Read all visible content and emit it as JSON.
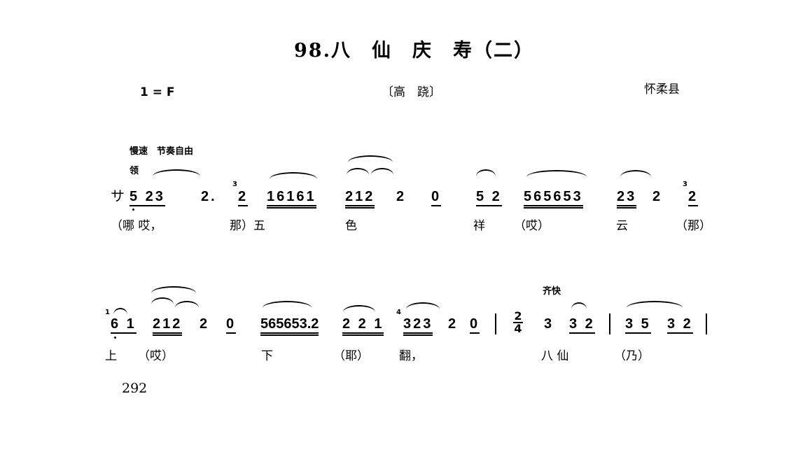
{
  "title": "98.八　仙　庆　寿（二）",
  "key": "1 = F",
  "genre": "〔高　跷〕",
  "region": "怀柔县",
  "tempo1": "慢速　节奏自由",
  "lead": "领",
  "free_meter_sign": "サ",
  "tempo2": "齐快",
  "line1": {
    "notes": [
      "5 23",
      "2.",
      "2",
      "16161",
      "212",
      "2",
      "0",
      "5 2",
      "565653",
      "23",
      "2",
      "2"
    ],
    "graces": [
      "3",
      "3"
    ],
    "lyrics": [
      "（哪 哎，",
      "那）五",
      "色",
      "祥",
      "（哎）",
      "云",
      "（那）"
    ]
  },
  "line2": {
    "notes": [
      "6 1",
      "212",
      "2",
      "0",
      "565653.2",
      "2 2 1",
      "323",
      "2",
      "0",
      "3",
      "3 2",
      "3 5",
      "3 2"
    ],
    "graces": [
      "1",
      "4"
    ],
    "time_signature": {
      "top": "2",
      "bottom": "4"
    },
    "lyrics": [
      "上",
      "（哎）",
      "下",
      "（耶）",
      "翻，",
      "八 仙",
      "（乃）"
    ]
  },
  "page_number": "292"
}
